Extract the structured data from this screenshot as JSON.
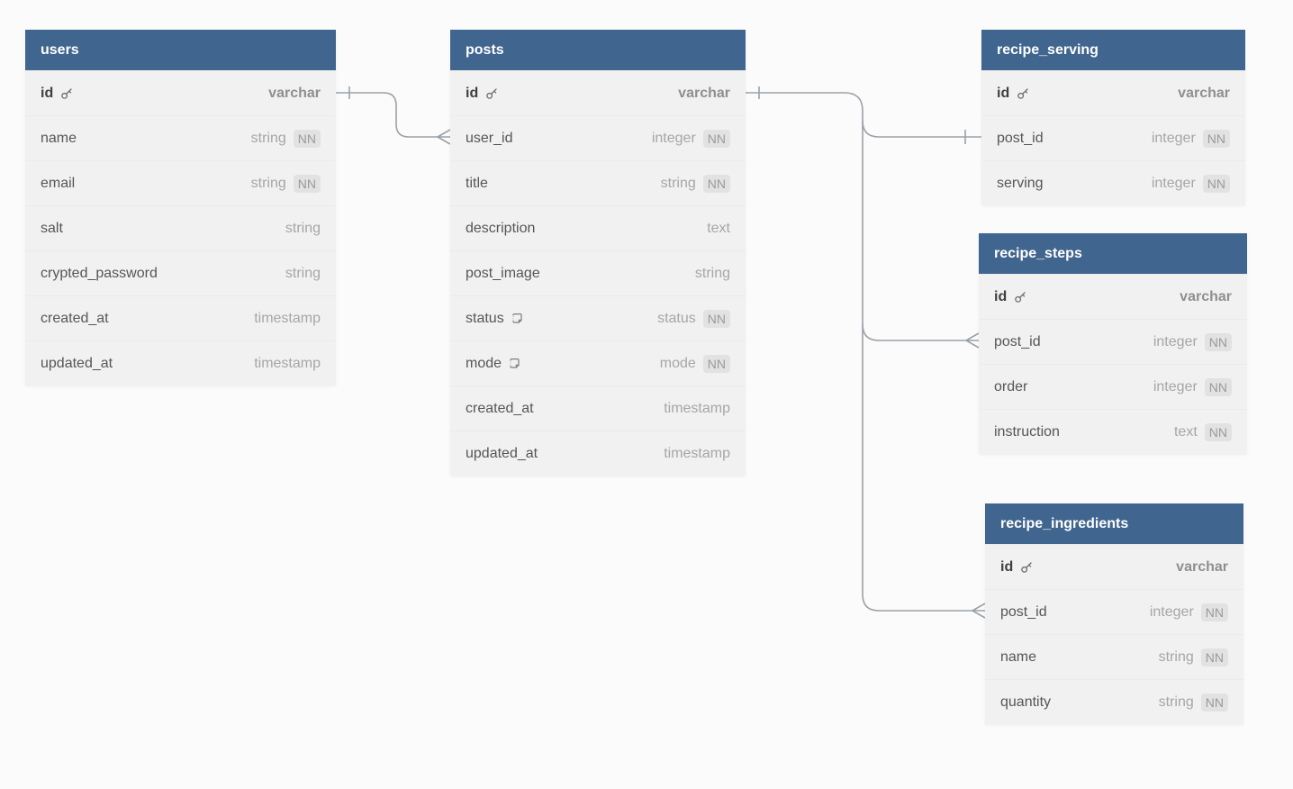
{
  "labels": {
    "nn": "NN"
  },
  "colors": {
    "header_blue": "#40658f",
    "table_bg": "#f1f1f1",
    "canvas_bg": "#fbfbfb",
    "line_gray": "#9aa1a8",
    "badge_bg": "#e2e2e2"
  },
  "tables": [
    {
      "title": "users",
      "fields": [
        {
          "name": "id",
          "type": "varchar",
          "pk": true
        },
        {
          "name": "name",
          "type": "string",
          "nn": true
        },
        {
          "name": "email",
          "type": "string",
          "nn": true
        },
        {
          "name": "salt",
          "type": "string"
        },
        {
          "name": "crypted_password",
          "type": "string"
        },
        {
          "name": "created_at",
          "type": "timestamp"
        },
        {
          "name": "updated_at",
          "type": "timestamp"
        }
      ]
    },
    {
      "title": "posts",
      "fields": [
        {
          "name": "id",
          "type": "varchar",
          "pk": true
        },
        {
          "name": "user_id",
          "type": "integer",
          "nn": true
        },
        {
          "name": "title",
          "type": "string",
          "nn": true
        },
        {
          "name": "description",
          "type": "text"
        },
        {
          "name": "post_image",
          "type": "string"
        },
        {
          "name": "status",
          "type": "status",
          "nn": true,
          "enum": true
        },
        {
          "name": "mode",
          "type": "mode",
          "nn": true,
          "enum": true
        },
        {
          "name": "created_at",
          "type": "timestamp"
        },
        {
          "name": "updated_at",
          "type": "timestamp"
        }
      ]
    },
    {
      "title": "recipe_serving",
      "fields": [
        {
          "name": "id",
          "type": "varchar",
          "pk": true
        },
        {
          "name": "post_id",
          "type": "integer",
          "nn": true
        },
        {
          "name": "serving",
          "type": "integer",
          "nn": true
        }
      ]
    },
    {
      "title": "recipe_steps",
      "fields": [
        {
          "name": "id",
          "type": "varchar",
          "pk": true
        },
        {
          "name": "post_id",
          "type": "integer",
          "nn": true
        },
        {
          "name": "order",
          "type": "integer",
          "nn": true
        },
        {
          "name": "instruction",
          "type": "text",
          "nn": true
        }
      ]
    },
    {
      "title": "recipe_ingredients",
      "fields": [
        {
          "name": "id",
          "type": "varchar",
          "pk": true
        },
        {
          "name": "post_id",
          "type": "integer",
          "nn": true
        },
        {
          "name": "name",
          "type": "string",
          "nn": true
        },
        {
          "name": "quantity",
          "type": "string",
          "nn": true
        }
      ]
    }
  ],
  "relationships": [
    {
      "from": "users.id",
      "to": "posts.user_id",
      "from_cardinality": "one",
      "to_cardinality": "many"
    },
    {
      "from": "posts.id",
      "to": "recipe_serving.post_id",
      "from_cardinality": "one",
      "to_cardinality": "one"
    },
    {
      "from": "posts.id",
      "to": "recipe_steps.post_id",
      "from_cardinality": "one",
      "to_cardinality": "many"
    },
    {
      "from": "posts.id",
      "to": "recipe_ingredients.post_id",
      "from_cardinality": "one",
      "to_cardinality": "many"
    }
  ]
}
